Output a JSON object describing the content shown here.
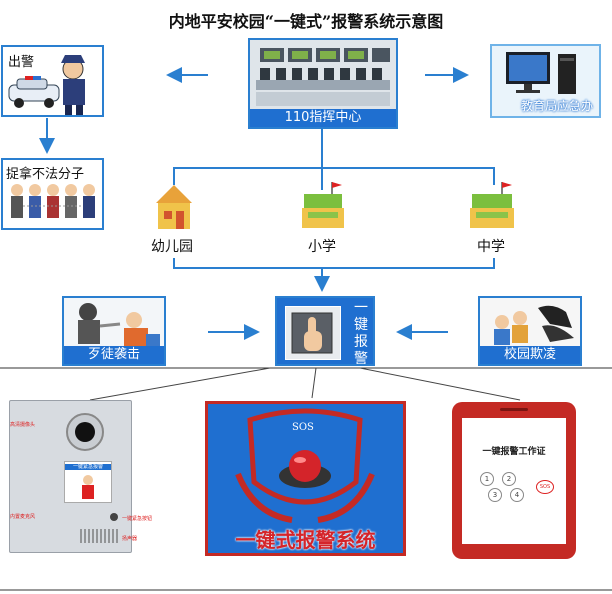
{
  "title": "内地平安校园“一键式”报警系统示意图",
  "top_left": {
    "police_label": "出警",
    "arrest_label": "捉拿不法分子"
  },
  "center": {
    "command_label": "110指挥中心",
    "edu_label": "教育局应急办"
  },
  "schools": {
    "kindergarten": "幼儿园",
    "primary": "小学",
    "middle": "中学"
  },
  "alarm_row": {
    "attack_label": "歹徒袭击",
    "bully_label": "校园欺凌",
    "button_chars": [
      "一",
      "键",
      "报",
      "警"
    ]
  },
  "device1": {
    "camera_label": "高清摄像头",
    "panel_label": "一键紧急报警",
    "mic_label": "内置麦克风",
    "button_label": "一键紧急按钮",
    "speaker_label": "扬声器"
  },
  "device2": {
    "sos": "SOS",
    "system_label": "一键式报警系统"
  },
  "device3": {
    "card_label": "一键报警工作证",
    "keys": [
      "1",
      "2",
      "3",
      "4"
    ],
    "sos": "SOS"
  },
  "colors": {
    "blue": "#1f6fd0",
    "arrow": "#2a7fd0",
    "red": "#d4242a",
    "frame_red": "#c42a24"
  }
}
